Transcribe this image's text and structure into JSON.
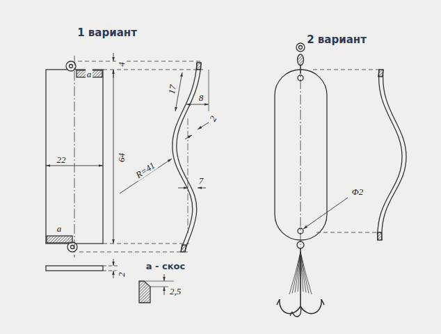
{
  "diagram": {
    "labels": [
      "1 вариант",
      "2 вариант",
      "a",
      "a",
      "22",
      "64",
      "4",
      "17",
      "8",
      "R=41",
      "2",
      "7",
      "2",
      "a - скос",
      "2,5",
      "Φ2"
    ]
  }
}
